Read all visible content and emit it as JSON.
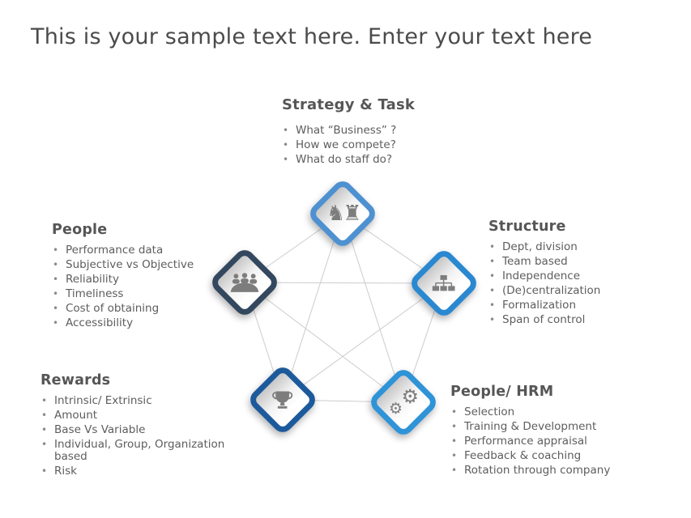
{
  "title": "This is your sample text here. Enter your text here",
  "sections": [
    {
      "id": "strategy-task",
      "heading": "Strategy & Task",
      "bullets": [
        "What “Business” ?",
        "How we compete?",
        "What do staff do?"
      ]
    },
    {
      "id": "people",
      "heading": "People",
      "bullets": [
        "Performance data",
        "Subjective vs Objective",
        "Reliability",
        "Timeliness",
        "Cost of obtaining",
        "Accessibility"
      ]
    },
    {
      "id": "structure",
      "heading": "Structure",
      "bullets": [
        "Dept, division",
        "Team based",
        "Independence",
        "(De)centralization",
        "Formalization",
        "Span of control"
      ]
    },
    {
      "id": "rewards",
      "heading": "Rewards",
      "bullets": [
        "Intrinsic/ Extrinsic",
        "Amount",
        "Base Vs Variable",
        "Individual, Group, Organization based",
        "Risk"
      ]
    },
    {
      "id": "people-hrm",
      "heading": "People/ HRM",
      "bullets": [
        "Selection",
        "Training & Development",
        "Performance appraisal",
        "Feedback & coaching",
        "Rotation through company"
      ]
    }
  ],
  "nodes": [
    {
      "id": "strategy-task",
      "icon": "chess-icon"
    },
    {
      "id": "people",
      "icon": "people-icon"
    },
    {
      "id": "structure",
      "icon": "org-chart-icon"
    },
    {
      "id": "rewards",
      "icon": "trophy-icon"
    },
    {
      "id": "people-hrm",
      "icon": "gears-icon"
    }
  ],
  "glyphs": {
    "chess": "♞♜",
    "gear": "⚙"
  },
  "colors": {
    "accent_top": "#4e91d1",
    "accent_left": "#33485e",
    "accent_right": "#2a88d0",
    "accent_bottom_left": "#1d5a9b",
    "accent_bottom_right": "#2f93d8",
    "connector_line": "#cccccc",
    "icon_gray": "#7d7d7d",
    "heading_text": "#565656",
    "body_text": "#5d5d5d",
    "title_text": "#4b4b4b"
  }
}
